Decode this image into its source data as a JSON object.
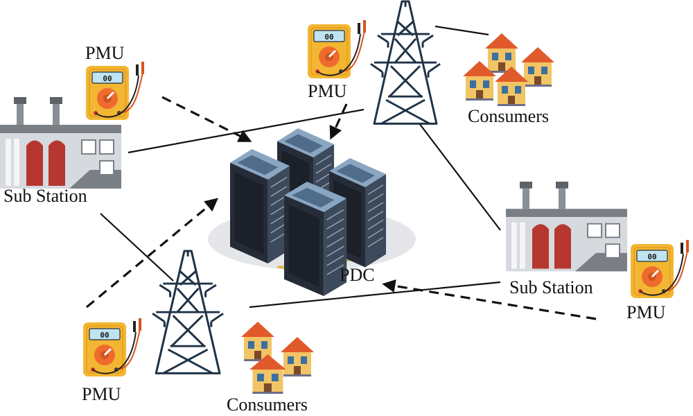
{
  "labels": {
    "pmu_top_left": "PMU",
    "pmu_top_center": "PMU",
    "pmu_bottom_left": "PMU",
    "pmu_right": "PMU",
    "substation_left": "Sub Station",
    "substation_right": "Sub Station",
    "consumers_top": "Consumers",
    "consumers_bottom": "Consumers",
    "pdc": "PDC",
    "meter_display": "00"
  },
  "colors": {
    "meter_body": "#f3b632",
    "meter_dial": "#ef6b2d",
    "tower": "#1f3347",
    "server_dark": "#252c38",
    "server_top": "#8aa6c2",
    "house_wall": "#f1c466",
    "house_roof": "#e15a2b",
    "factory_wall": "#d6d9de",
    "factory_dark": "#7a7f86",
    "factory_red": "#b5372f",
    "line": "#111111"
  }
}
